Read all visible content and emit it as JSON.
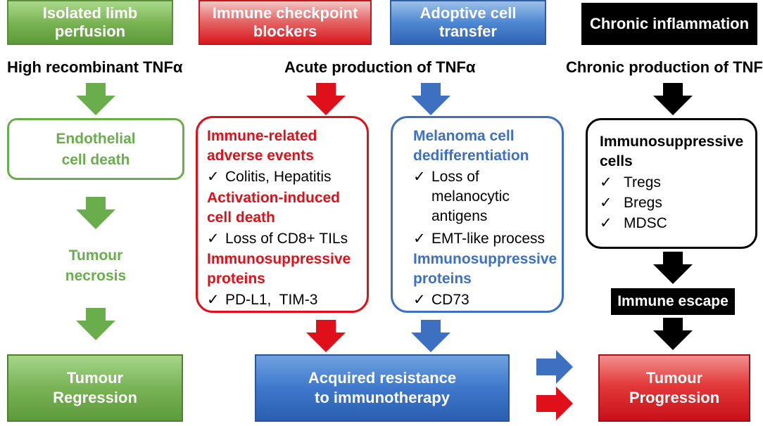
{
  "headers": {
    "ilp": "Isolated limb perfusion",
    "icb": "Immune checkpoint blockers",
    "act": "Adoptive cell transfer",
    "chronic": "Chronic inflammation"
  },
  "production": {
    "high": "High recombinant TNFα",
    "acute": "Acute production of TNFα",
    "chronic": "Chronic production of TNFα"
  },
  "green_column": {
    "box_line1": "Endothelial",
    "box_line2": "cell death",
    "necrosis_line1": "Tumour",
    "necrosis_line2": "necrosis"
  },
  "red_box": {
    "h1_line1": "Immune-related",
    "h1_line2": "adverse events",
    "item1": "Colitis, Hepatitis",
    "h2_line1": "Activation-induced",
    "h2_line2": "cell death",
    "item2": "Loss of CD8+ TILs",
    "h3_line1": "Immunosuppressive",
    "h3_line2": "proteins",
    "item3": "PD-L1,  TIM-3"
  },
  "blue_box": {
    "h1_line1": "Melanoma cell",
    "h1_line2": "dedifferentiation",
    "item1_line1": "Loss of",
    "item1_line2": "melanocytic",
    "item1_line3": "antigens",
    "item2": "EMT-like process",
    "h2_line1": "Immunosuppressive",
    "h2_line2": "proteins",
    "item3": "CD73"
  },
  "black_box": {
    "h_line1": "Immunosuppressive",
    "h_line2": "cells",
    "items": [
      "Tregs",
      "Bregs",
      "MDSC"
    ],
    "escape": "Immune escape"
  },
  "checkmark": "✓",
  "outcomes": {
    "regression_line1": "Tumour",
    "regression_line2": "Regression",
    "resistance_line1": "Acquired resistance",
    "resistance_line2": "to immunotherapy",
    "progression_line1": "Tumour",
    "progression_line2": "Progression"
  },
  "colors": {
    "green": "#69ad4c",
    "red": "#e0101a",
    "blue": "#3e70c2",
    "black": "#000000"
  }
}
